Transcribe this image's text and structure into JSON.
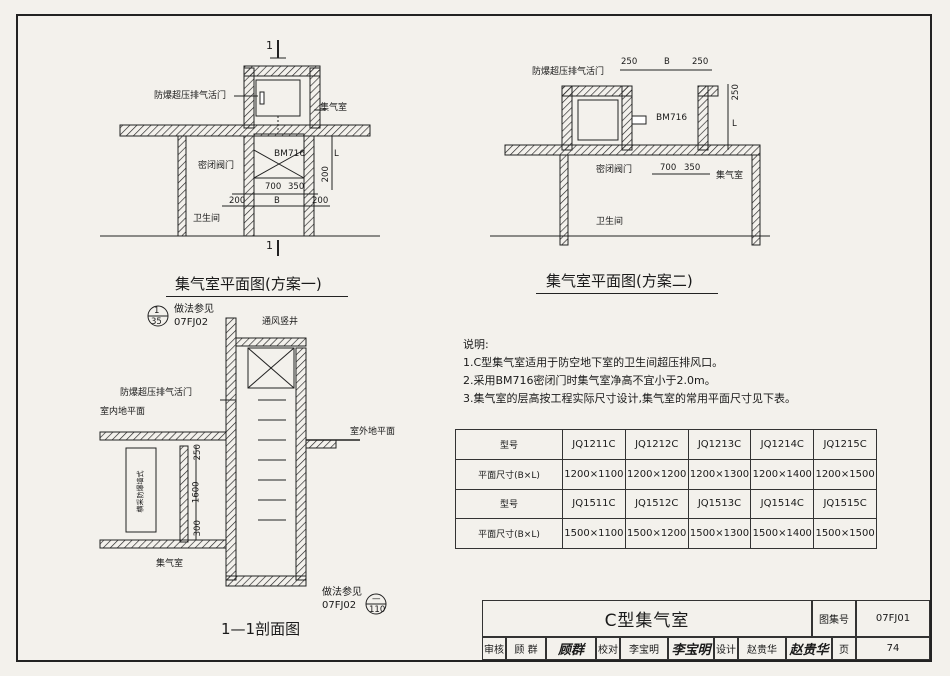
{
  "plan1": {
    "section_mark_top": "1",
    "section_mark_bottom": "1",
    "label_valve": "防爆超压排气活门",
    "label_chamber": "集气室",
    "label_bm716": "BM716",
    "label_sealed_valve": "密闭阀门",
    "label_toilet": "卫生间",
    "dim_700": "700",
    "dim_350": "350",
    "dim_200_a": "200",
    "dim_b": "B",
    "dim_200_b": "200",
    "dim_l": "L",
    "dim_200_v": "200",
    "caption": "集气室平面图(方案一)"
  },
  "plan2": {
    "label_valve": "防爆超压排气活门",
    "dim_250_a": "250",
    "dim_b": "B",
    "dim_250_b": "250",
    "label_bm716": "BM716",
    "dim_l": "L",
    "dim_250_v": "250",
    "label_sealed_valve": "密闭阀门",
    "dim_700": "700",
    "dim_350": "350",
    "label_chamber": "集气室",
    "label_toilet": "卫生间",
    "caption": "集气室平面图(方案二)"
  },
  "section": {
    "ref_top_num": "1",
    "ref_top_den": "35",
    "ref_top_text": "做法参见",
    "ref_top_code": "07FJ02",
    "label_shaft": "通风竖井",
    "label_valve": "防爆超压排气活门",
    "label_indoor_floor": "室内地平面",
    "label_outdoor_floor": "室外地平面",
    "dim_250": "250",
    "dim_1600": "1600",
    "dim_300": "300",
    "label_wall_note": "横采防爆墙式",
    "label_chamber": "集气室",
    "ref_bot_text": "做法参见",
    "ref_bot_code": "07FJ02",
    "ref_bot_num": "—",
    "ref_bot_den": "110",
    "caption": "1—1剖面图"
  },
  "notes": {
    "heading": "说明:",
    "items": [
      "1.C型集气室适用于防空地下室的卫生间超压排风口。",
      "2.采用BM716密闭门时集气室净高不宜小于2.0m。",
      "3.集气室的层高按工程实际尺寸设计,集气室的常用平面尺寸见下表。"
    ]
  },
  "spec_table": {
    "row_label_model": "型号",
    "row_label_size": "平面尺寸(B×L)",
    "models_1": [
      "JQ1211C",
      "JQ1212C",
      "JQ1213C",
      "JQ1214C",
      "JQ1215C"
    ],
    "sizes_1": [
      "1200×1100",
      "1200×1200",
      "1200×1300",
      "1200×1400",
      "1200×1500"
    ],
    "models_2": [
      "JQ1511C",
      "JQ1512C",
      "JQ1513C",
      "JQ1514C",
      "JQ1515C"
    ],
    "sizes_2": [
      "1500×1100",
      "1500×1200",
      "1500×1300",
      "1500×1400",
      "1500×1500"
    ]
  },
  "title_block": {
    "title": "C型集气室",
    "atlas_label": "图集号",
    "atlas_no": "07FJ01",
    "review_label": "审核",
    "reviewer": "顾 群",
    "reviewer_sig": "顾群",
    "check_label": "校对",
    "checker": "李宝明",
    "checker_sig": "李宝明",
    "design_label": "设计",
    "designer": "赵贵华",
    "designer_sig": "赵贵华",
    "page_label": "页",
    "page_no": "74"
  }
}
